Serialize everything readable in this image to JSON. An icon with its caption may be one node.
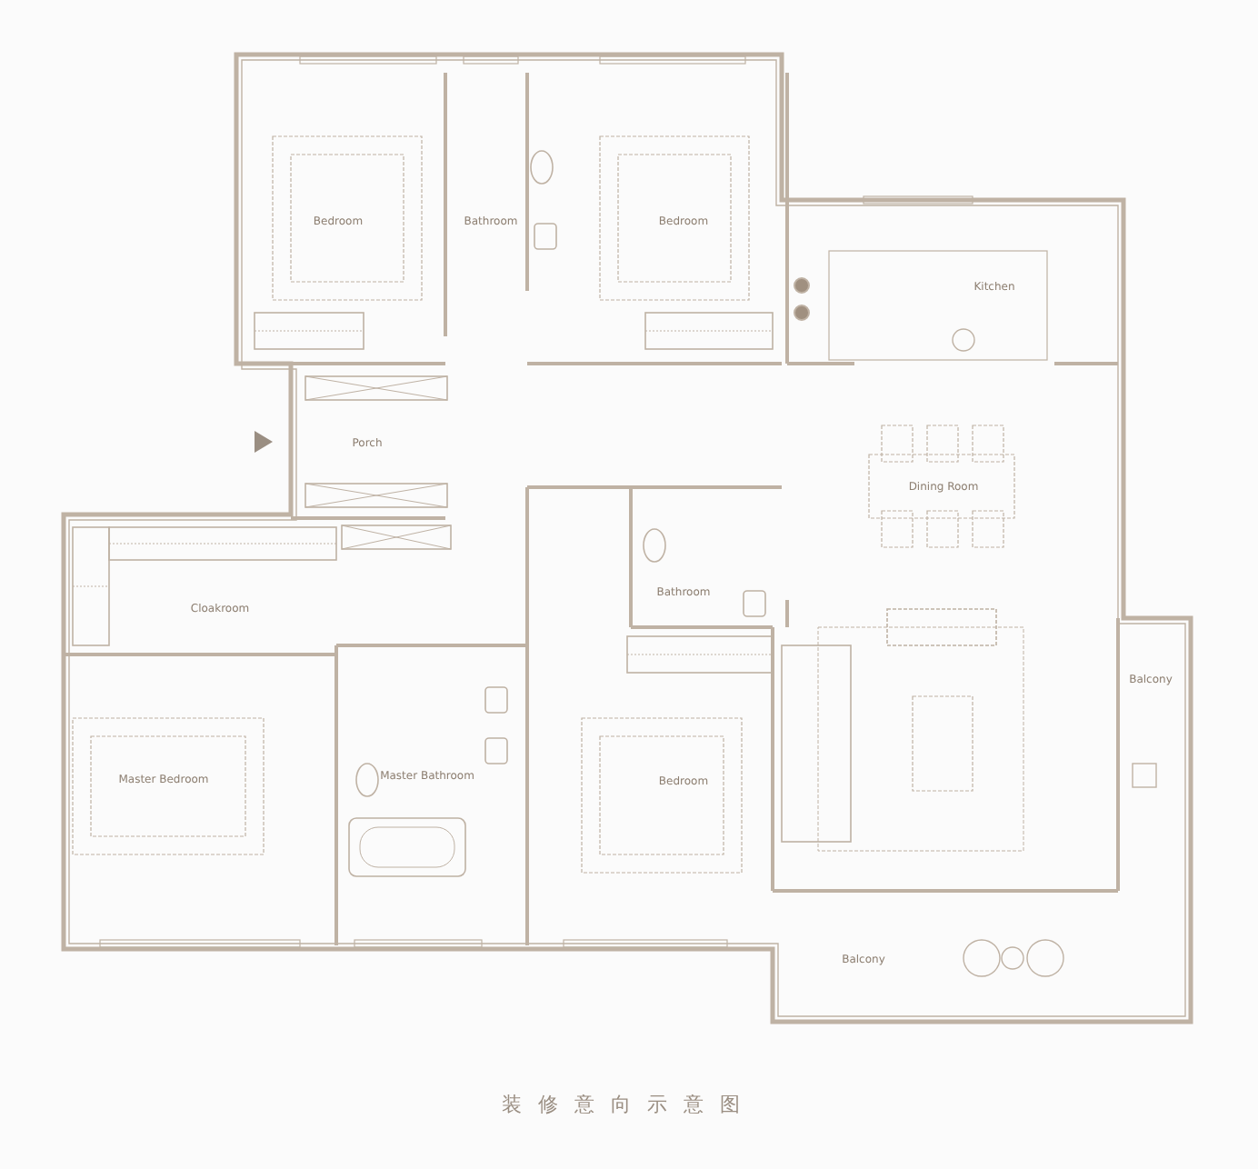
{
  "diagram": {
    "caption": "装修意向示意图",
    "nodes": [
      {
        "text": [
          "Bedroom"
        ]
      },
      {
        "text": [
          "Bathroom"
        ]
      },
      {
        "text": [
          "Bedroom"
        ]
      },
      {
        "text": [
          "Kitchen"
        ]
      },
      {
        "text": [
          "Porch"
        ]
      },
      {
        "text": [
          "Dining Room"
        ]
      },
      {
        "text": [
          "Cloakroom"
        ]
      },
      {
        "text": [
          "Bathroom"
        ]
      },
      {
        "text": [
          "Master Bedroom"
        ]
      },
      {
        "text": [
          "Master Bathroom"
        ]
      },
      {
        "text": [
          "Bedroom"
        ]
      },
      {
        "text": [
          "Balcony"
        ]
      },
      {
        "text": [
          "Balcony"
        ]
      }
    ]
  }
}
